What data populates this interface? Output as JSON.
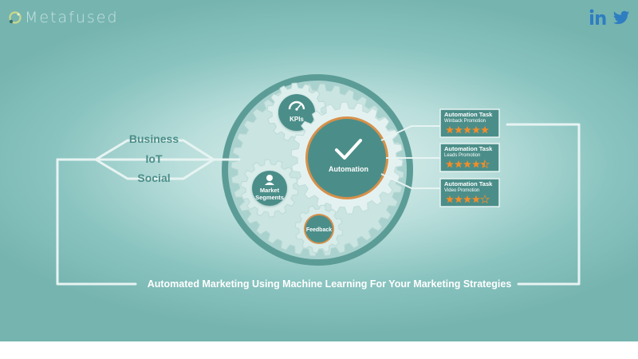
{
  "header": {
    "logo_text": "Metafused",
    "social": [
      {
        "name": "LinkedIn",
        "icon": "linkedin-icon"
      },
      {
        "name": "Twitter",
        "icon": "twitter-icon"
      }
    ]
  },
  "diagram": {
    "inputs": [
      "Business",
      "IoT",
      "Social"
    ],
    "gears": {
      "kpis": "KPIs",
      "automation": "Automation",
      "market_segments_line1": "Market",
      "market_segments_line2": "Segments",
      "feedback": "Feedback"
    },
    "tasks": [
      {
        "title": "Automation Task",
        "subtitle": "Winback Promotion",
        "rating": 5
      },
      {
        "title": "Automation Task",
        "subtitle": "Leads Promotion",
        "rating": 4.5
      },
      {
        "title": "Automation Task",
        "subtitle": "Video Promotion",
        "rating": 4
      }
    ],
    "caption": "Automated Marketing Using Machine Learning For Your Marketing Strategies"
  },
  "colors": {
    "background": "#8ac4c0",
    "gear_dark": "#4b8e89",
    "gear_light": "#d8ecea",
    "accent_ring": "#d7904a",
    "star": "#f28c28",
    "brand_blue": "#2f7ec1"
  }
}
